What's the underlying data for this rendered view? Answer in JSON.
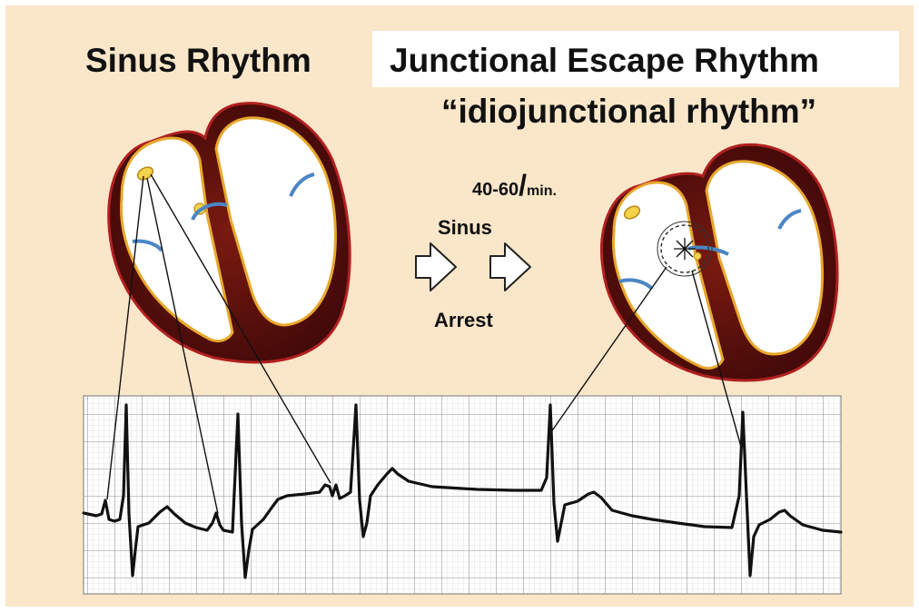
{
  "titles": {
    "left": "Sinus Rhythm",
    "right": "Junctional Escape Rhythm",
    "subtitle": "“idiojunctional rhythm”"
  },
  "rate": {
    "value": "40-60",
    "slash": "/",
    "unit": "min."
  },
  "transition": {
    "top": "Sinus",
    "bottom": "Arrest"
  },
  "colors": {
    "background": "#fae6c9",
    "heart_wall": "#4a0c0c",
    "heart_outline": "#a81e1e",
    "conduction": "#e8a82c",
    "node": "#f4d24a",
    "valve": "#4b86c5",
    "ecg_grid": "#b9b9b9",
    "ecg_trace": "#111111"
  },
  "icons": [
    "right-arrow-icon",
    "right-arrow-icon"
  ]
}
